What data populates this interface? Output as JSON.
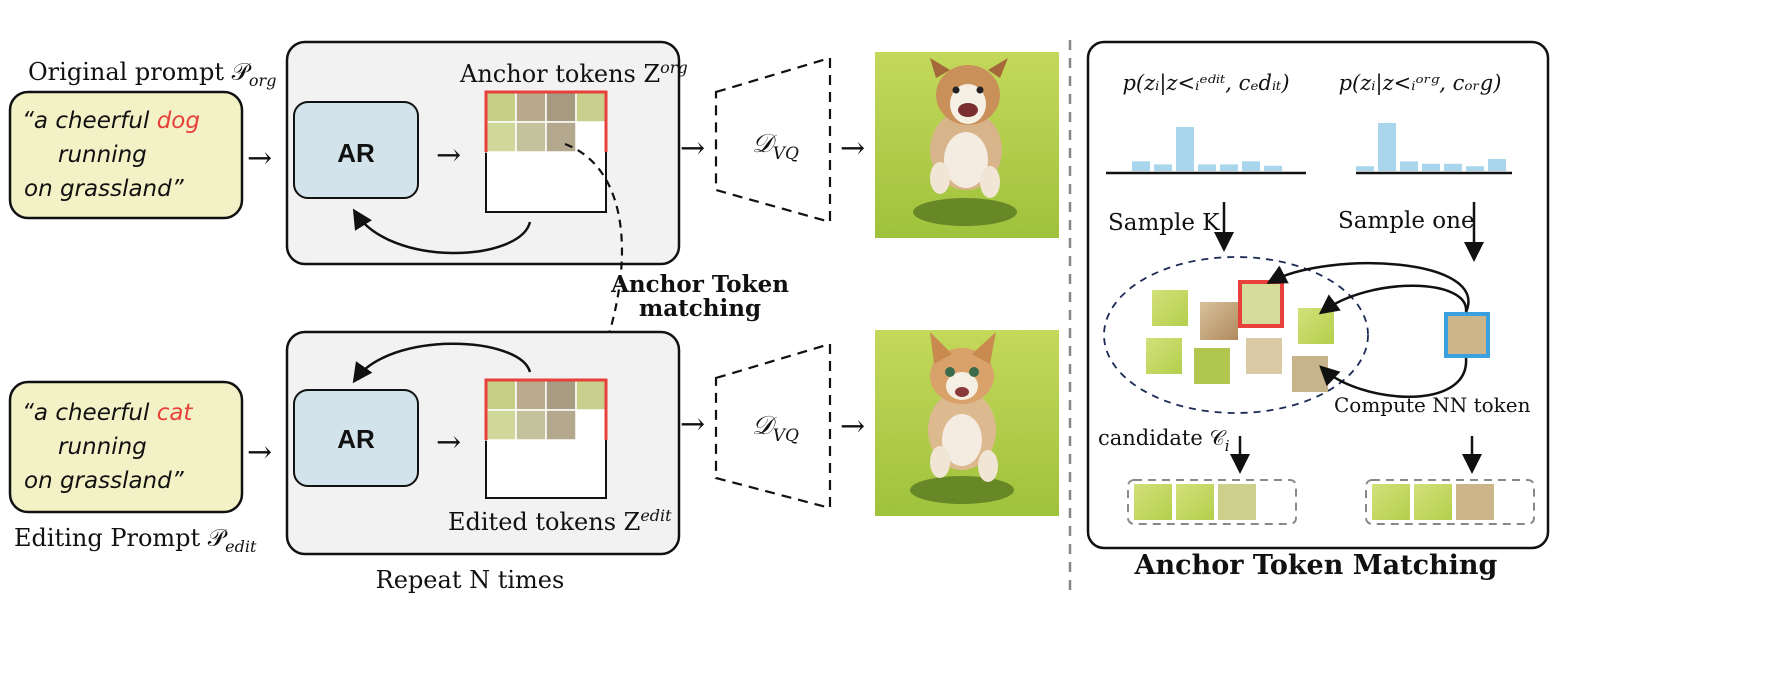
{
  "left": {
    "original_prompt_label": "Original prompt 𝒫",
    "original_prompt_label_sub": "org",
    "original_prompt_text": [
      "“a cheerful ",
      "dog",
      "running",
      "on grassland”"
    ],
    "editing_prompt_label": "Editing Prompt 𝒫",
    "editing_prompt_label_sub": "edit",
    "editing_prompt_text": [
      "“a cheerful ",
      "cat",
      "running",
      "on grassland”"
    ],
    "ar_label": "AR",
    "anchor_tokens_label": "Anchor tokens Z",
    "anchor_tokens_sup": "org",
    "edited_tokens_label": "Edited tokens Z",
    "edited_tokens_sup": "edit",
    "decoder_label": "𝒟",
    "decoder_sub": "VQ",
    "matching_label_line1": "Anchor Token",
    "matching_label_line2": "matching",
    "repeat_label": "Repeat N times",
    "arrow_glyph": "→",
    "highlight_color": "#e8403a"
  },
  "right": {
    "title": "Anchor Token Matching",
    "dist_left_label": "p(z",
    "dist_left_full": "p(zᵢ|z<ᵢᵉᵈⁱᵗ, cₑdᵢₜ)",
    "dist_right_full": "p(zᵢ|z<ᵢᵒʳᵍ, cₒᵣg)",
    "sample_k": "Sample K",
    "sample_one": "Sample one",
    "compute_nn": "Compute NN token",
    "candidate_label": "candidate 𝒞",
    "candidate_sub": "i",
    "bar_color": "#a9d6ec",
    "selected_color": "#e8403a",
    "query_color": "#3aa0e0",
    "hist_left": [
      0.22,
      0.15,
      1.0,
      0.15,
      0.15,
      0.22,
      0.12
    ],
    "hist_right": [
      0.1,
      1.0,
      0.2,
      0.15,
      0.15,
      0.1,
      0.25
    ]
  }
}
